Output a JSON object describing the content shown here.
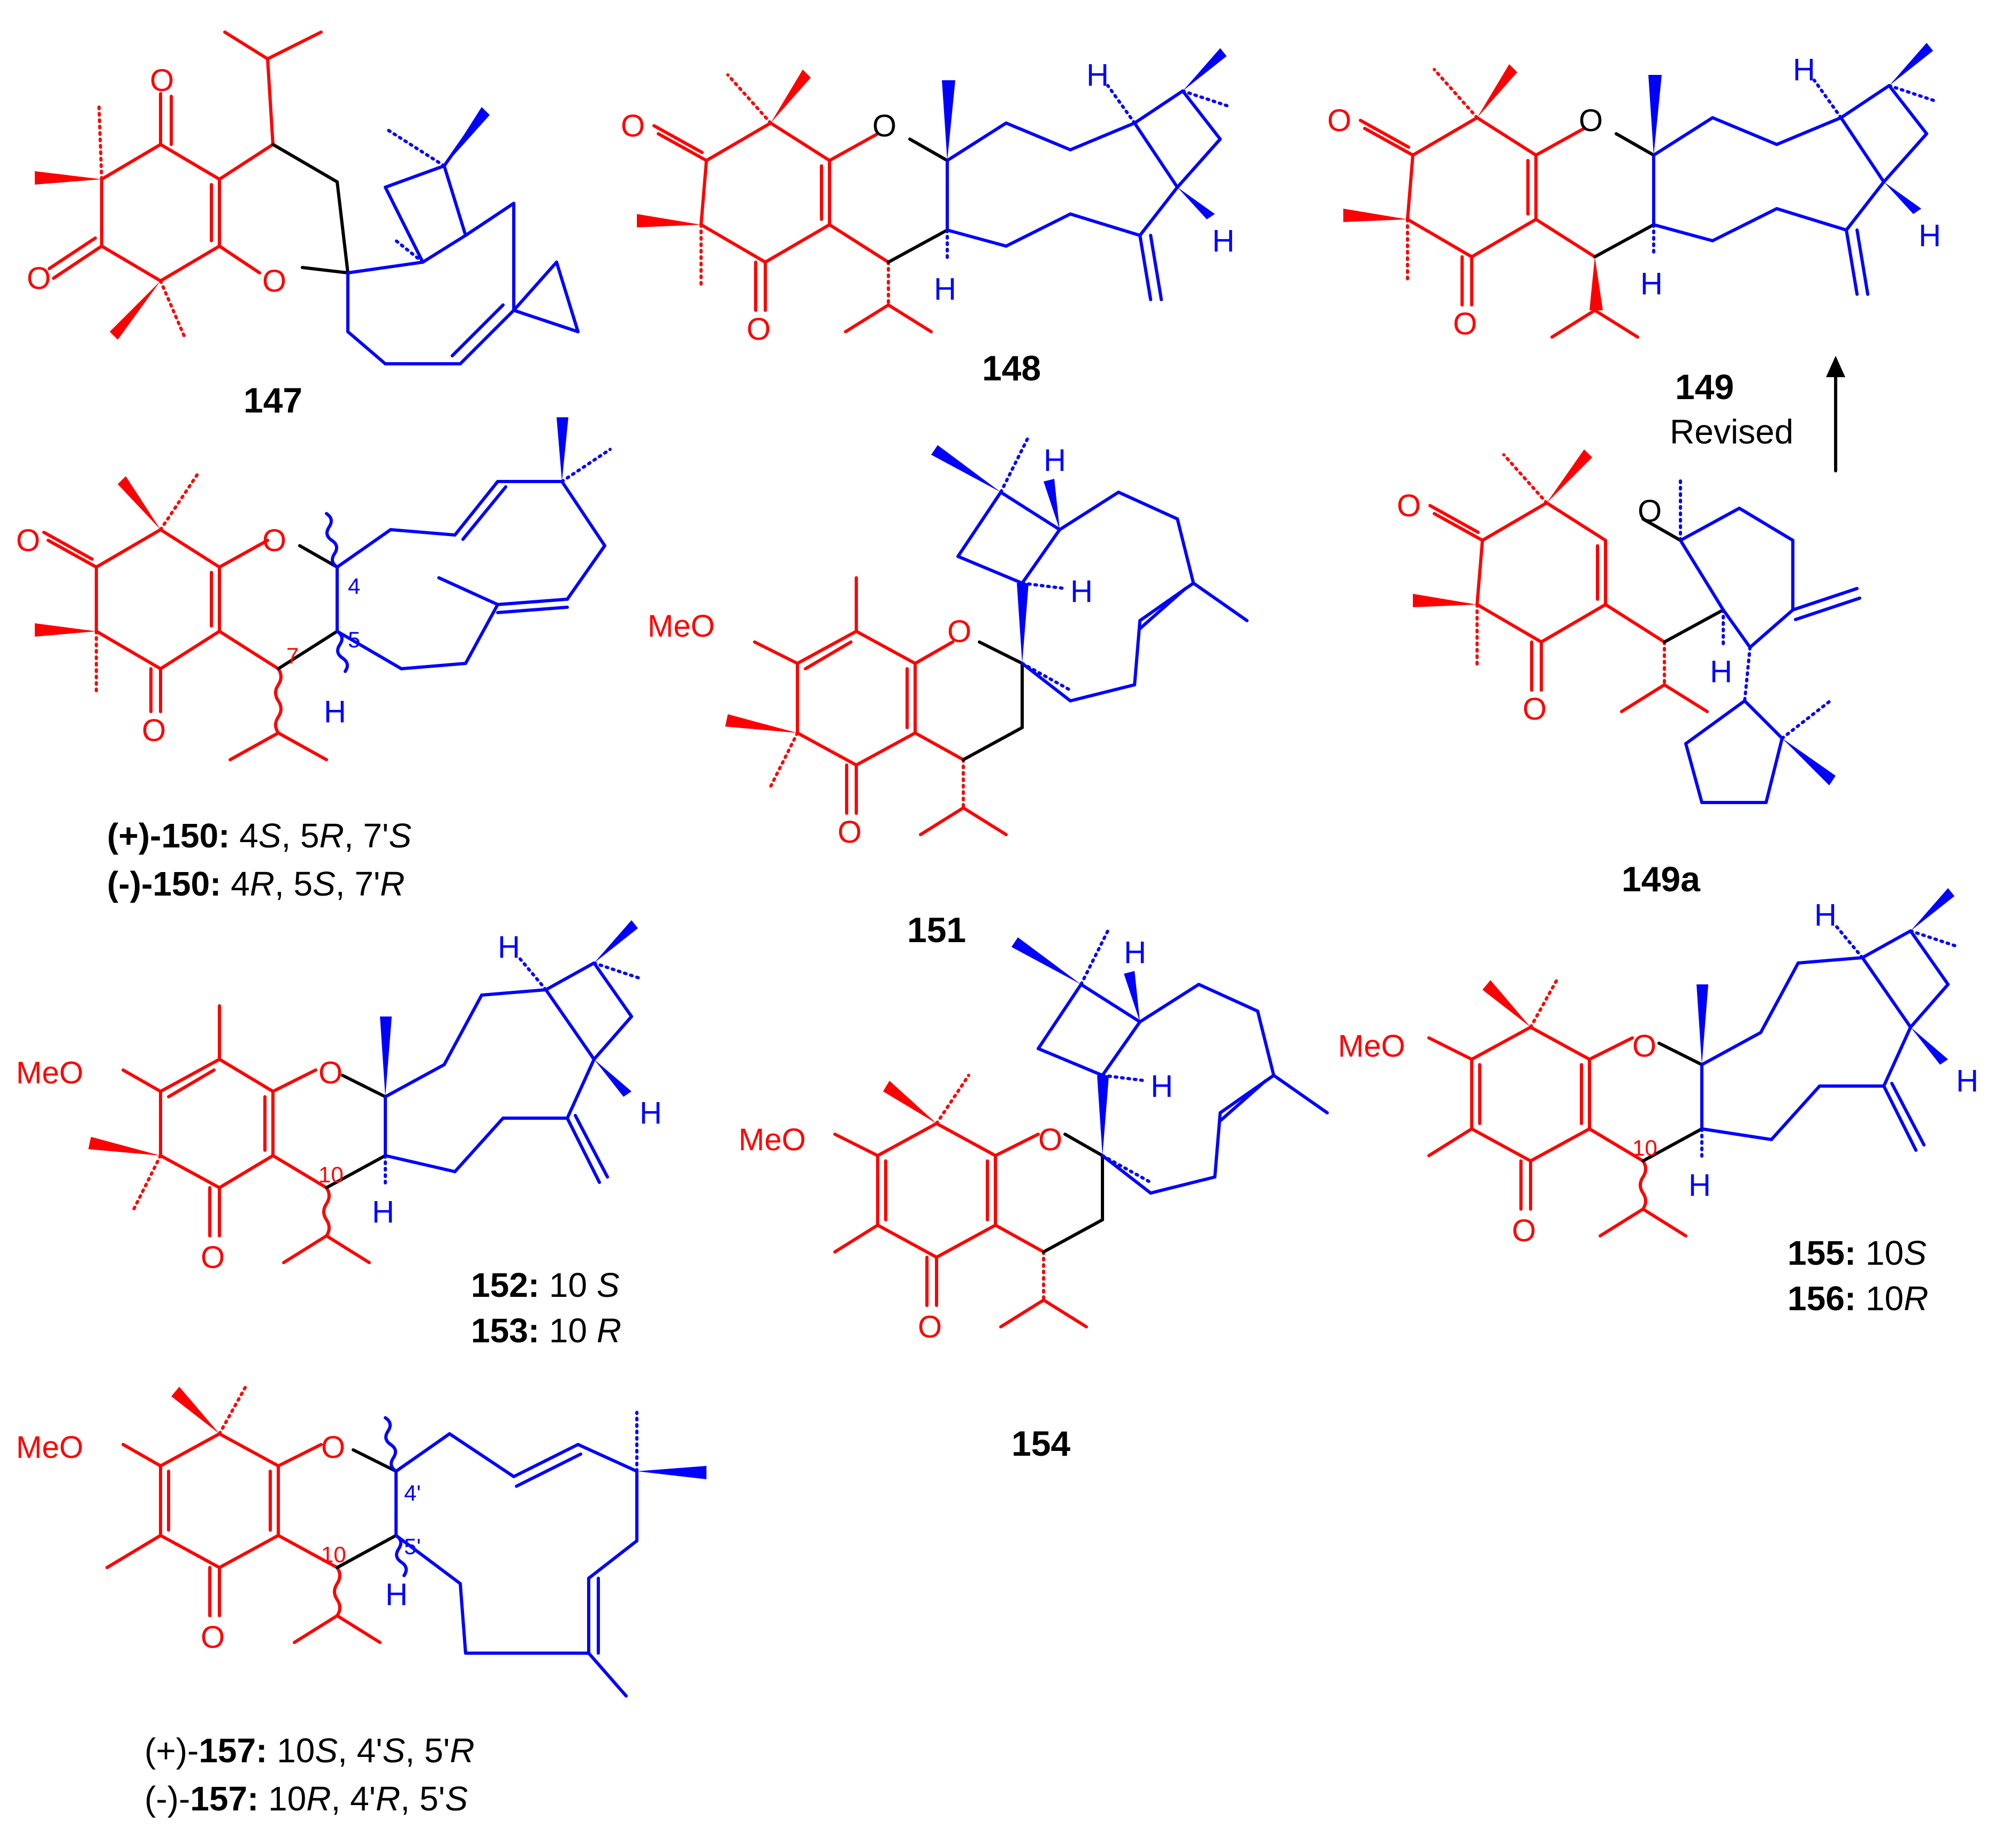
{
  "colors": {
    "core": "#ff0000",
    "terpene": "#0000ff",
    "linker": "#000000",
    "text": "#000000"
  },
  "compounds": [
    {
      "id": "147",
      "label": "147"
    },
    {
      "id": "148",
      "label": "148"
    },
    {
      "id": "149",
      "label": "149",
      "note": "Revised"
    },
    {
      "id": "149a",
      "label": "149a"
    },
    {
      "id": "150",
      "label": "150",
      "lines": [
        {
          "prefix": "(+)-150:",
          "parts": [
            [
              "4",
              "S"
            ],
            [
              "5",
              "R"
            ],
            [
              "7'",
              "S"
            ]
          ]
        },
        {
          "prefix": "(-)-150:",
          "parts": [
            [
              "4",
              "R"
            ],
            [
              "5",
              "S"
            ],
            [
              "7'",
              "R"
            ]
          ]
        }
      ]
    },
    {
      "id": "151",
      "label": "151"
    },
    {
      "id": "152",
      "lines": [
        {
          "prefix": "152:",
          "parts": [
            [
              "10 ",
              "S"
            ]
          ]
        },
        {
          "prefix": "153:",
          "parts": [
            [
              "10 ",
              "R"
            ]
          ]
        }
      ]
    },
    {
      "id": "154",
      "label": "154"
    },
    {
      "id": "155",
      "lines": [
        {
          "prefix": "155:",
          "parts": [
            [
              "10",
              "S"
            ]
          ]
        },
        {
          "prefix": "156:",
          "parts": [
            [
              "10",
              "R"
            ]
          ]
        }
      ]
    },
    {
      "id": "157",
      "lines": [
        {
          "prefix": "(+)-",
          "bold": "157:",
          "parts": [
            [
              "10",
              "S"
            ],
            [
              "4'",
              "S"
            ],
            [
              "5'",
              "R"
            ]
          ]
        },
        {
          "prefix": "(-)-",
          "bold": "157:",
          "parts": [
            [
              "10",
              "R"
            ],
            [
              "4'",
              "R"
            ],
            [
              "5'",
              "S"
            ]
          ]
        }
      ]
    }
  ],
  "atoms": {
    "oxygen": "O",
    "hydrogen": "H",
    "methoxy": "MeO",
    "locants_150": [
      "4",
      "5",
      "7"
    ],
    "locants_152": [
      "10"
    ],
    "locants_155": [
      "10"
    ],
    "locants_157": [
      "10",
      "4'",
      "5'"
    ]
  }
}
